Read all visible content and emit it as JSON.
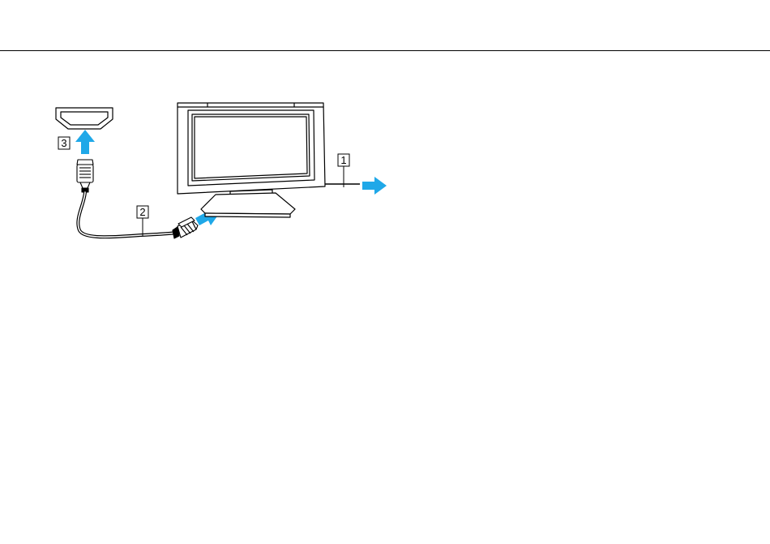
{
  "diagram": {
    "callouts": [
      {
        "id": "1",
        "text": "1"
      },
      {
        "id": "2",
        "text": "2"
      },
      {
        "id": "3",
        "text": "3"
      }
    ],
    "colors": {
      "line": "#000000",
      "arrow": "#1fa8e8",
      "background": "#ffffff",
      "screen_fill": "#ffffff"
    },
    "icons": [
      "hdmi-port-icon",
      "hdmi-plug-icon",
      "tv-monitor-icon",
      "arrow-icon"
    ]
  }
}
